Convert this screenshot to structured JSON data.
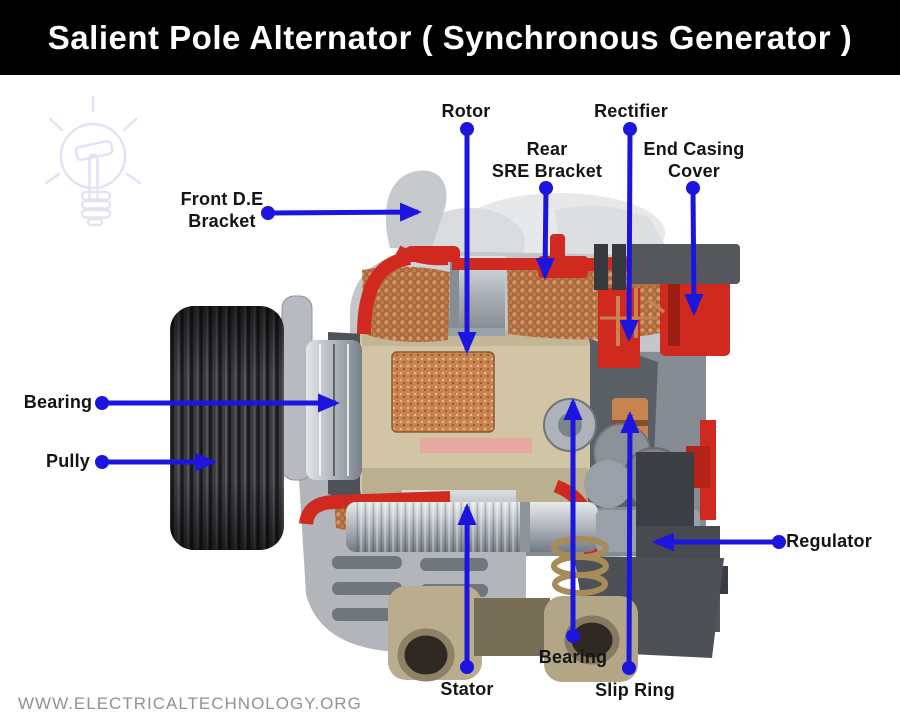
{
  "header": {
    "title": "Salient Pole Alternator ( Synchronous Generator )"
  },
  "labels": [
    {
      "id": "rotor",
      "text": "Rotor"
    },
    {
      "id": "rectifier",
      "text": "Rectifier"
    },
    {
      "id": "rear-sre-bracket",
      "text": "Rear\nSRE Bracket"
    },
    {
      "id": "end-casing-cover",
      "text": "End Casing\nCover"
    },
    {
      "id": "front-de-bracket",
      "text": "Front D.E\nBracket"
    },
    {
      "id": "bearing-left",
      "text": "Bearing"
    },
    {
      "id": "pully",
      "text": "Pully"
    },
    {
      "id": "regulator",
      "text": "Regulator"
    },
    {
      "id": "bearing-bottom",
      "text": "Bearing"
    },
    {
      "id": "slip-ring",
      "text": "Slip Ring"
    },
    {
      "id": "stator",
      "text": "Stator"
    }
  ],
  "watermark": {
    "text": "WWW.ELECTRICALTECHNOLOGY.ORG"
  },
  "icons": [
    {
      "name": "light-bulb-logo-icon",
      "description": "faint lavender outline light bulb with rays, brand watermark"
    }
  ],
  "colors": {
    "arrow_blue": "#1c15e0",
    "header_bg": "#000000",
    "title_text": "#ffffff",
    "label_text": "#141414",
    "cut_surface_red": "#d02a20",
    "copper_winding": "#c8834f",
    "metal_gray": "#b7bbc0",
    "rotor_tan": "#d1c5a6",
    "dark_plastic": "#3c3f44",
    "watermark_gray": "#8d929a",
    "logo_lavender": "#e1e2f5"
  }
}
